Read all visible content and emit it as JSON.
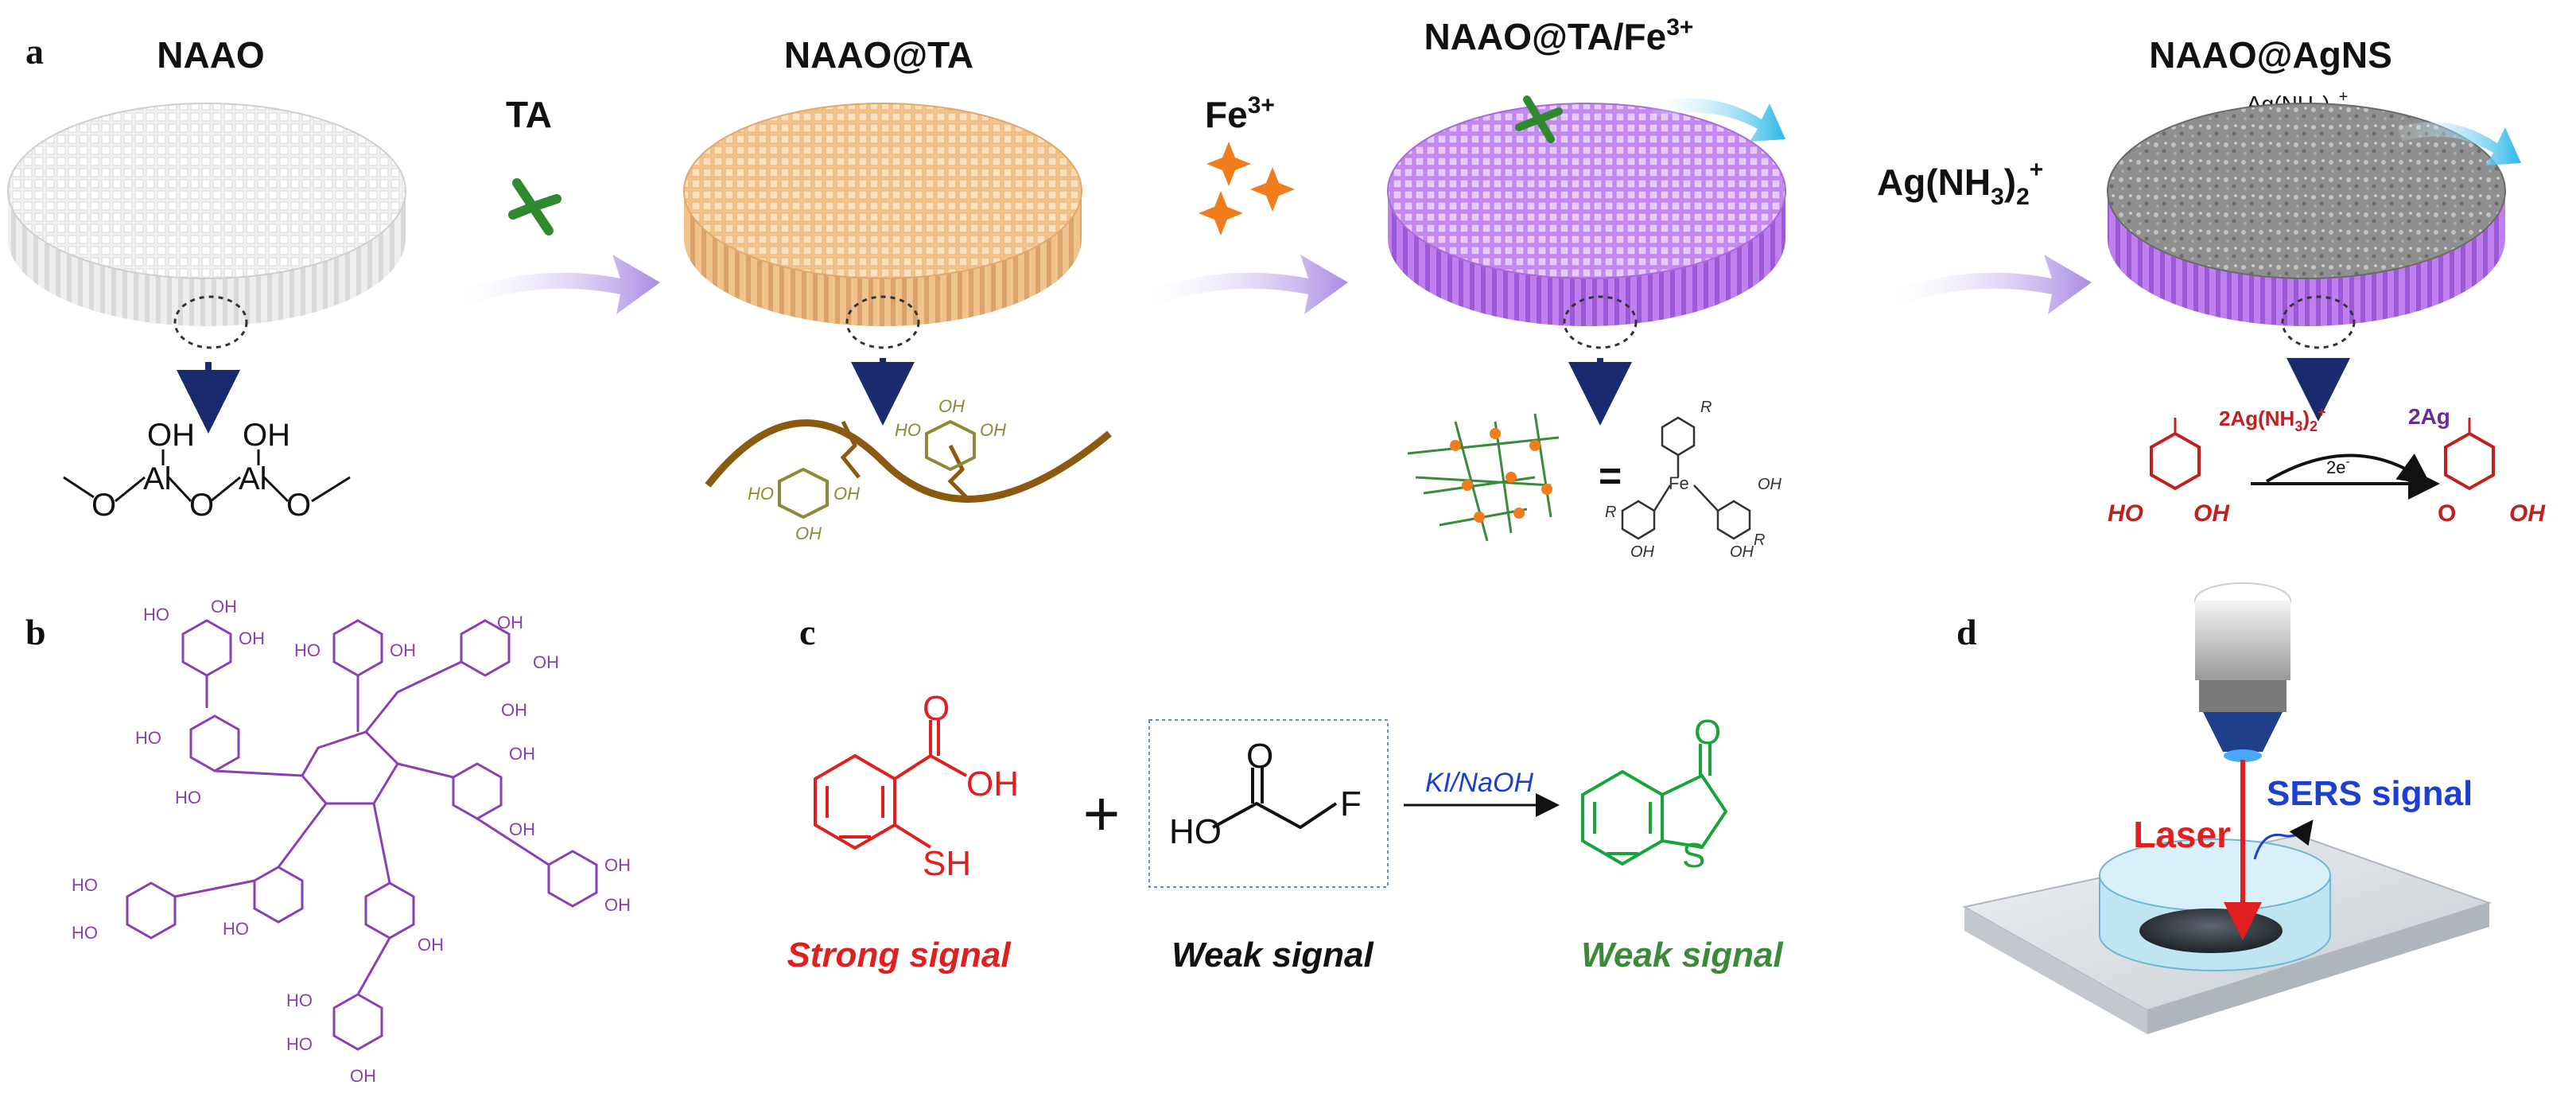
{
  "panels": {
    "a": "a",
    "b": "b",
    "c": "c",
    "d": "d"
  },
  "panel_a": {
    "stage1_title": "NAAO",
    "stage2_title": "NAAO@TA",
    "stage3_title": "NAAO@TA/Fe",
    "stage3_sup": "3+",
    "stage4_title": "NAAO@AgNS",
    "arrow1_label": "TA",
    "arrow2_label": "Fe",
    "arrow2_sup": "3+",
    "arrow3_label": "Ag(NH",
    "arrow3_sub": "3",
    "arrow3_end": ")",
    "arrow3_sub2": "2",
    "arrow3_sup": "+",
    "stage4_top_label": "Ag(NH",
    "stage4_top_sub": "3",
    "stage4_top_end": ")",
    "stage4_top_sub2": "2",
    "stage4_top_sup": "+",
    "oh1": "OH",
    "oh2": "OH",
    "al1": "Al",
    "al2": "Al",
    "o1": "O",
    "o2": "O",
    "o3": "O",
    "equals": "=",
    "fe_center": "Fe",
    "reduction_reactant": "2Ag(NH",
    "reduction_reactant_sub": "3",
    "reduction_reactant_end": ")",
    "reduction_reactant_sub2": "2",
    "reduction_reactant_sup": "+",
    "reduction_product": "2Ag",
    "electrons": "2e",
    "electrons_sup": "-",
    "ho_left": "HO",
    "oh_left": "OH",
    "o_right": "O",
    "oh_right": "OH",
    "ring_ho": "HO",
    "ring_oh": "OH",
    "ring_oh2": "OH",
    "r_label": "R"
  },
  "panel_b": {
    "ho": "HO",
    "oh": "OH"
  },
  "panel_c": {
    "reactant_o": "O",
    "reactant_oh": "OH",
    "reactant_sh": "SH",
    "plus": "+",
    "reagent_o": "O",
    "reagent_ho": "HO",
    "reagent_f": "F",
    "condition": "KI/NaOH",
    "product_o": "O",
    "product_s": "S",
    "caption1": "Strong signal",
    "caption2": "Weak signal",
    "caption3": "Weak signal"
  },
  "panel_d": {
    "laser": "Laser",
    "sers": "SERS signal"
  },
  "colors": {
    "purple_tannic": "#8a3fb5",
    "red": "#e02020",
    "green": "#1aa33a",
    "blue_text": "#1c3fd0",
    "arrow_purple": "#b79be8",
    "navy": "#1a2a6e"
  }
}
